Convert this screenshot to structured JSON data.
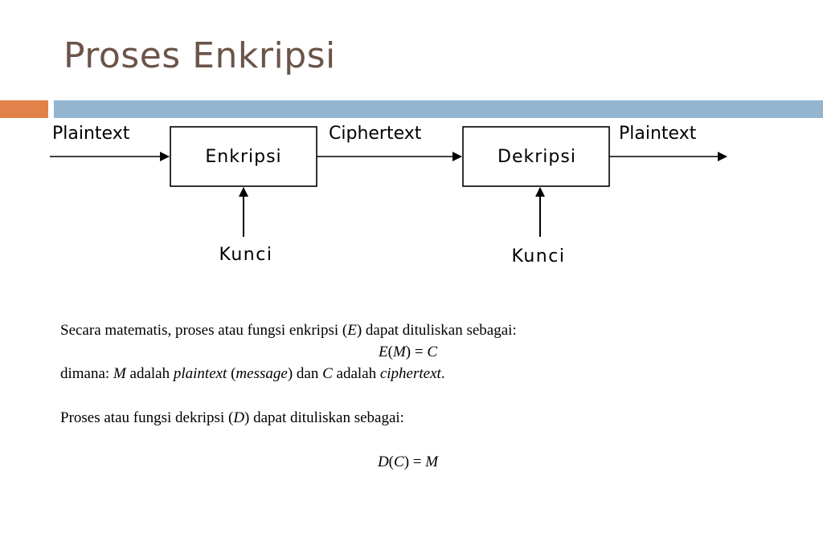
{
  "slide": {
    "title": "Proses Enkripsi",
    "colors": {
      "title": "#6b5448",
      "accent_bar": "#e0824a",
      "main_bar": "#93b5d0"
    }
  },
  "diagram": {
    "input_label": "Plaintext",
    "encrypt_box": "Enkripsi",
    "middle_label": "Ciphertext",
    "decrypt_box": "Dekripsi",
    "output_label": "Plaintext",
    "encrypt_key": "Kunci",
    "decrypt_key": "Kunci"
  },
  "text": {
    "line1": {
      "a": "Secara matematis, proses atau fungsi enkripsi (",
      "b": "E",
      "c": ") dapat dituliskan sebagai:"
    },
    "eq1": {
      "a": "E",
      "b": "(",
      "c": "M",
      "d": ") = ",
      "e": "C"
    },
    "line2": {
      "a": "dimana: ",
      "b": "M",
      "c": " adalah ",
      "d": "plaintext",
      "e": " (",
      "f": "message",
      "g": ") dan ",
      "h": "C",
      "i": " adalah ",
      "j": "ciphertext",
      "k": "."
    },
    "line3": {
      "a": "Proses atau fungsi dekripsi (",
      "b": "D",
      "c": ") dapat dituliskan sebagai:"
    },
    "eq2": {
      "a": "D",
      "b": "(",
      "c": "C",
      "d": ") = ",
      "e": "M"
    }
  }
}
